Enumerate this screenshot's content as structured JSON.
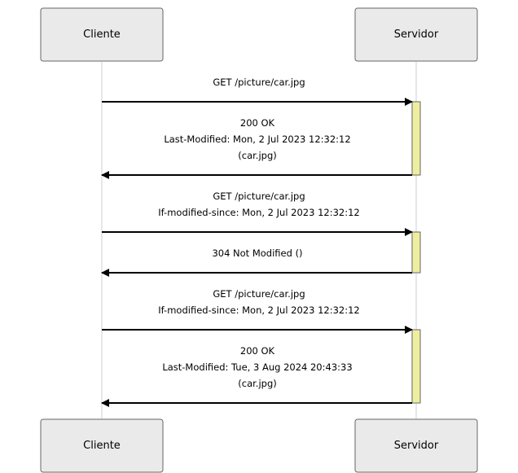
{
  "participants": {
    "client": "Cliente",
    "server": "Servidor"
  },
  "messages": [
    {
      "direction": "request",
      "lines": [
        "GET /picture/car.jpg"
      ]
    },
    {
      "direction": "response",
      "lines": [
        "200 OK",
        "Last-Modified: Mon, 2 Jul 2023 12:32:12",
        "(car.jpg)"
      ]
    },
    {
      "direction": "request",
      "lines": [
        "GET /picture/car.jpg",
        "If-modified-since: Mon, 2 Jul 2023 12:32:12"
      ]
    },
    {
      "direction": "response",
      "lines": [
        "304 Not Modified ()"
      ]
    },
    {
      "direction": "request",
      "lines": [
        "GET /picture/car.jpg",
        "If-modified-since: Mon, 2 Jul 2023 12:32:12"
      ]
    },
    {
      "direction": "response",
      "lines": [
        "200 OK",
        "Last-Modified: Tue, 3 Aug 2024 20:43:33",
        "(car.jpg)"
      ]
    }
  ],
  "colors": {
    "actor_fill": "#eaeaea",
    "activation_fill": "#eeeea0",
    "arrow": "#000000"
  }
}
